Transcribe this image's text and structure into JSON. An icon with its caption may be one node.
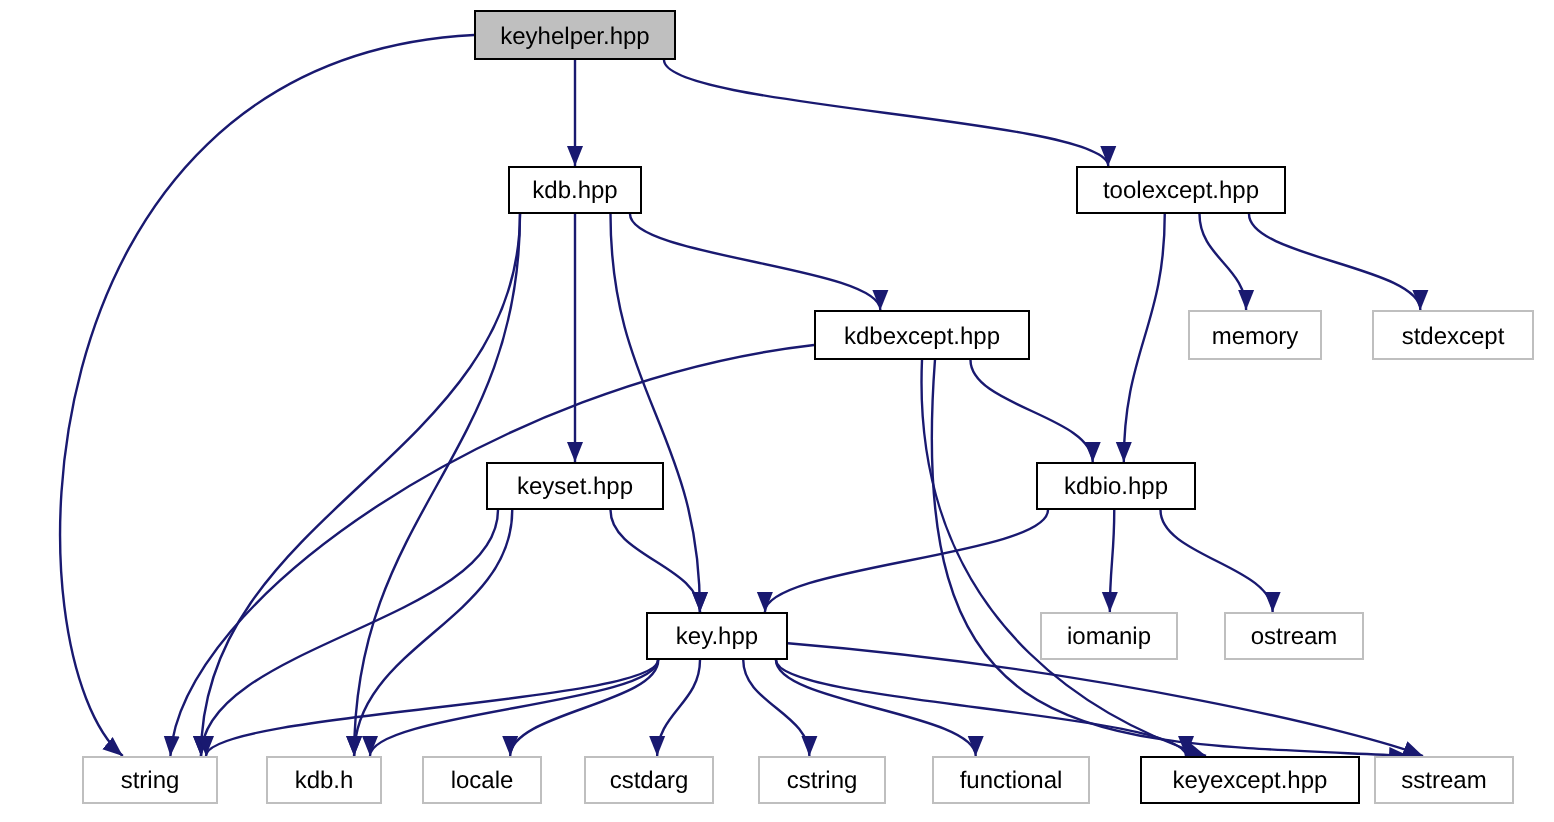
{
  "diagram": {
    "nodes": [
      {
        "text": [
          "keyhelper.hpp"
        ]
      },
      {
        "text": [
          "kdb.hpp"
        ]
      },
      {
        "text": [
          "toolexcept.hpp"
        ]
      },
      {
        "text": [
          "kdbexcept.hpp"
        ]
      },
      {
        "text": [
          "memory"
        ]
      },
      {
        "text": [
          "stdexcept"
        ]
      },
      {
        "text": [
          "keyset.hpp"
        ]
      },
      {
        "text": [
          "kdbio.hpp"
        ]
      },
      {
        "text": [
          "key.hpp"
        ]
      },
      {
        "text": [
          "iomanip"
        ]
      },
      {
        "text": [
          "ostream"
        ]
      },
      {
        "text": [
          "string"
        ]
      },
      {
        "text": [
          "kdb.h"
        ]
      },
      {
        "text": [
          "locale"
        ]
      },
      {
        "text": [
          "cstdarg"
        ]
      },
      {
        "text": [
          "cstring"
        ]
      },
      {
        "text": [
          "functional"
        ]
      },
      {
        "text": [
          "keyexcept.hpp"
        ]
      },
      {
        "text": [
          "sstream"
        ]
      }
    ],
    "edges": [
      {
        "from": 0,
        "to": 11,
        "arrow": "to"
      },
      {
        "from": 0,
        "to": 1,
        "arrow": "to"
      },
      {
        "from": 0,
        "to": 2,
        "arrow": "to"
      },
      {
        "from": 1,
        "to": 11,
        "arrow": "to"
      },
      {
        "from": 1,
        "to": 12,
        "arrow": "to"
      },
      {
        "from": 1,
        "to": 6,
        "arrow": "to"
      },
      {
        "from": 1,
        "to": 8,
        "arrow": "to"
      },
      {
        "from": 1,
        "to": 3,
        "arrow": "to"
      },
      {
        "from": 2,
        "to": 4,
        "arrow": "to"
      },
      {
        "from": 2,
        "to": 5,
        "arrow": "to"
      },
      {
        "from": 2,
        "to": 7,
        "arrow": "to"
      },
      {
        "from": 3,
        "to": 11,
        "arrow": "to"
      },
      {
        "from": 3,
        "to": 7,
        "arrow": "to"
      },
      {
        "from": 3,
        "to": 17,
        "arrow": "to"
      },
      {
        "from": 3,
        "to": 18,
        "arrow": "to"
      },
      {
        "from": 6,
        "to": 11,
        "arrow": "to"
      },
      {
        "from": 6,
        "to": 12,
        "arrow": "to"
      },
      {
        "from": 6,
        "to": 8,
        "arrow": "to"
      },
      {
        "from": 7,
        "to": 8,
        "arrow": "to"
      },
      {
        "from": 7,
        "to": 9,
        "arrow": "to"
      },
      {
        "from": 7,
        "to": 10,
        "arrow": "to"
      },
      {
        "from": 8,
        "to": 11,
        "arrow": "to"
      },
      {
        "from": 8,
        "to": 12,
        "arrow": "to"
      },
      {
        "from": 8,
        "to": 13,
        "arrow": "to"
      },
      {
        "from": 8,
        "to": 14,
        "arrow": "to"
      },
      {
        "from": 8,
        "to": 15,
        "arrow": "to"
      },
      {
        "from": 8,
        "to": 16,
        "arrow": "to"
      },
      {
        "from": 8,
        "to": 17,
        "arrow": "to"
      },
      {
        "from": 8,
        "to": 18,
        "arrow": "to"
      }
    ]
  }
}
